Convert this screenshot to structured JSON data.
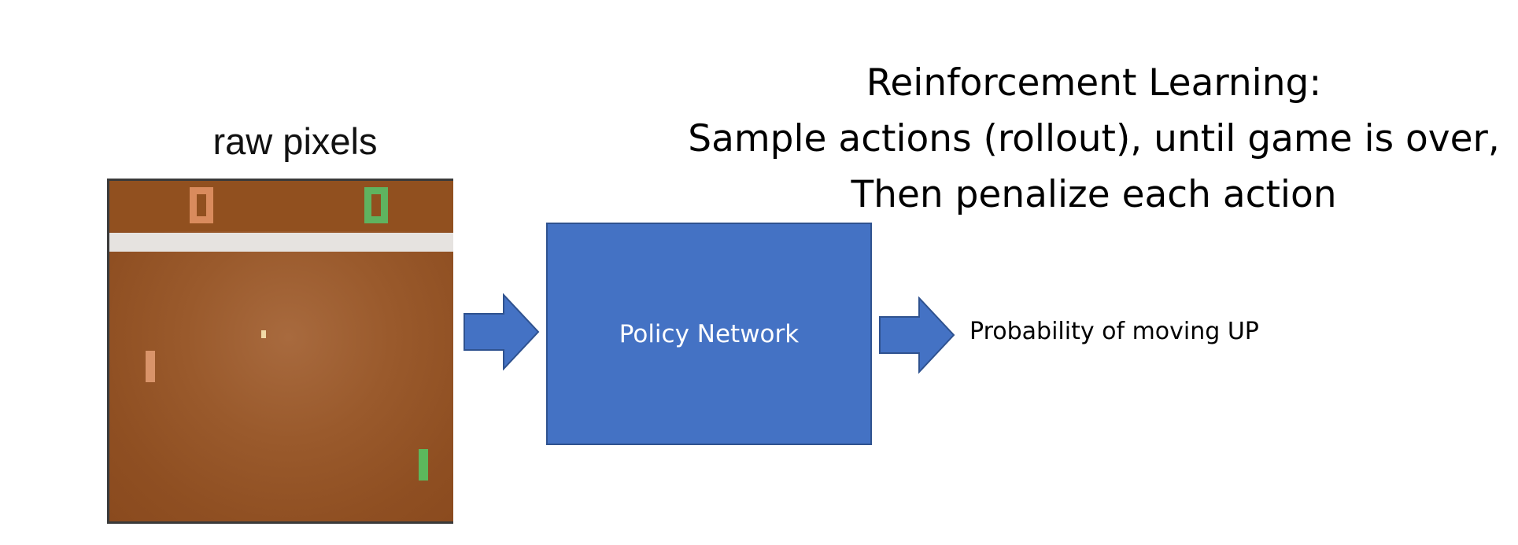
{
  "title": {
    "line1": "Reinforcement Learning:",
    "line2": "Sample actions (rollout), until game is over,",
    "line3": "Then penalize each action"
  },
  "input": {
    "label": "raw pixels"
  },
  "policy_box": {
    "label": "Policy Network",
    "fill_color": "#4472c4"
  },
  "output": {
    "label": "Probability of moving UP"
  },
  "arrows": {
    "color": "#4472c4"
  },
  "game": {
    "background_color": "#9a5a2c",
    "left_score_color": "#d98b5d",
    "right_score_color": "#5fb35f"
  }
}
